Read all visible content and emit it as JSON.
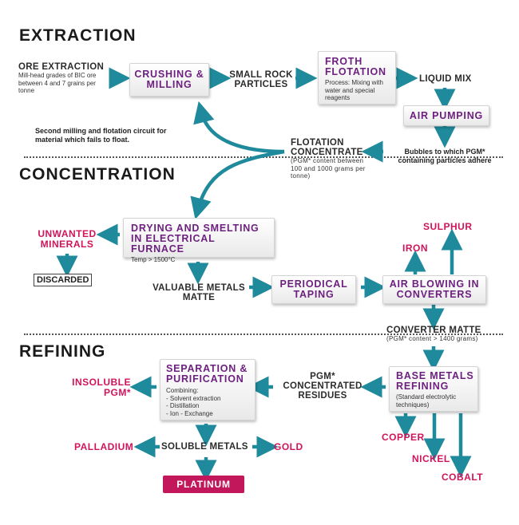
{
  "sections": {
    "extraction": "EXTRACTION",
    "concentration": "CONCENTRATION",
    "refining": "REFINING"
  },
  "extraction": {
    "ore_title": "ORE EXTRACTION",
    "ore_sub": "Mill-head grades of BIC ore between 4 and 7 grains per tonne",
    "crushing": "CRUSHING & MILLING",
    "small_rock": "SMALL ROCK PARTICLES",
    "froth": "FROTH FLOTATION",
    "froth_sub": "Process: Mixing with water and special reagents",
    "liquid_mix": "LIQUID MIX",
    "air_pumping": "AIR PUMPING",
    "second_milling": "Second milling and flotation circuit for material which fails to float.",
    "bubbles": "Bubbles to which PGM* containing particles adhere",
    "flotation_conc": "FLOTATION CONCENTRATE",
    "flotation_conc_sub": "(PGM* content between 100 and 1000 grams per tonne)"
  },
  "concentration": {
    "drying": "DRYING AND SMELTING IN ELECTRICAL FURNACE",
    "drying_sub": "Temp > 1500°C",
    "unwanted": "UNWANTED MINERALS",
    "discarded": "DISCARDED",
    "valuable": "VALUABLE METALS MATTE",
    "periodical": "PERIODICAL TAPING",
    "air_blowing": "AIR BLOWING IN CONVERTERS",
    "sulphur": "SULPHUR",
    "iron": "IRON",
    "converter_matte": "CONVERTER MATTE",
    "converter_matte_sub": "(PGM* content > 1400 grams)"
  },
  "refining": {
    "base_metals": "BASE METALS REFINING",
    "base_metals_sub": "(Standard electrolytic techniques)",
    "pgm_residues": "PGM* CONCENTRATED RESIDUES",
    "separation": "SEPARATION & PURIFICATION",
    "separation_sub": "Combining:\n- Solvent extraction\n- Distillation\n- Ion - Exchange",
    "insoluble": "INSOLUBLE PGM*",
    "soluble": "SOLUBLE METALS",
    "palladium": "PALLADIUM",
    "gold": "GOLD",
    "platinum": "PLATINUM",
    "copper": "COPPER",
    "nickel": "NICKEL",
    "cobalt": "COBALT"
  },
  "colors": {
    "arrow": "#1f8a9c",
    "box_title": "#6d1f7f",
    "product": "#d0145a",
    "platinum_bg": "#c2185b"
  }
}
